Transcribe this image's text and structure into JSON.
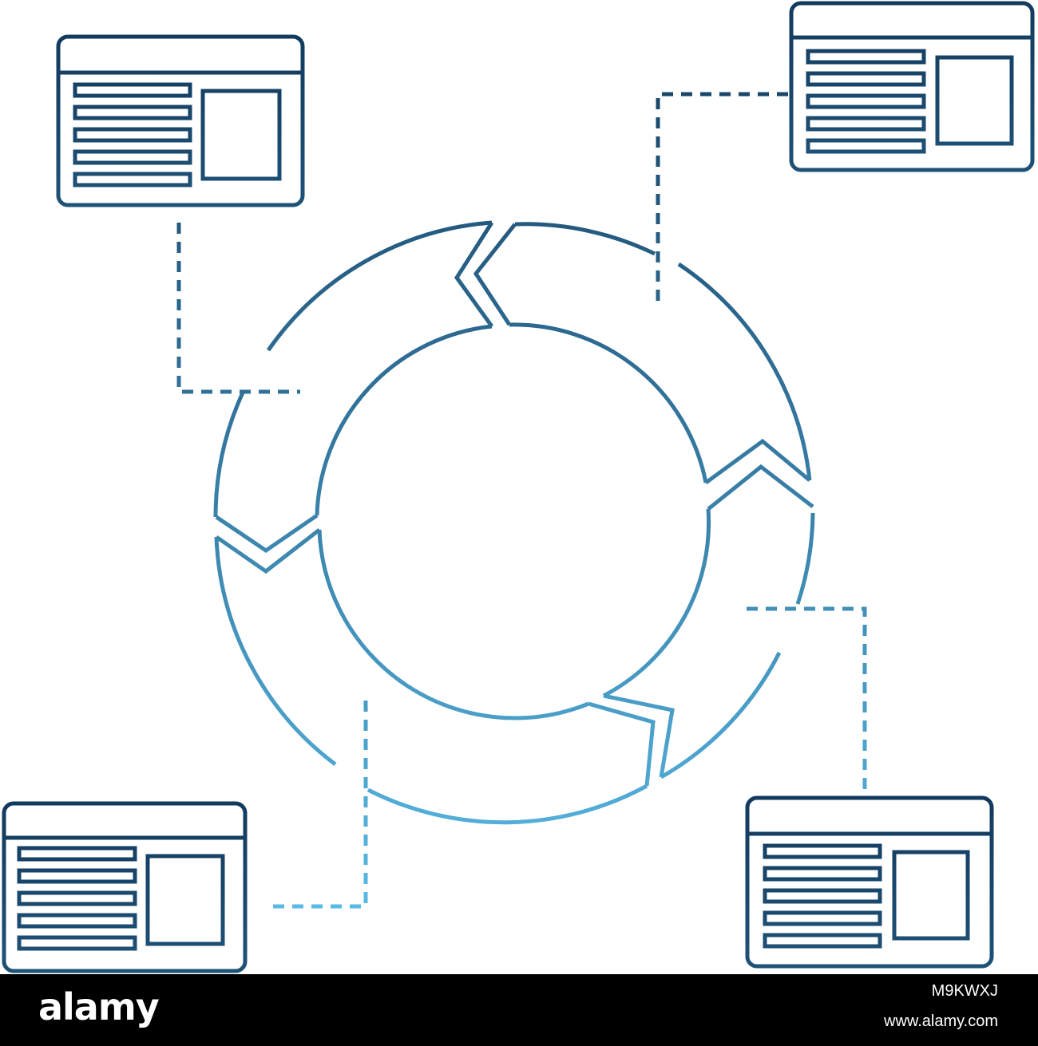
{
  "diagram": {
    "type": "cycle-flow",
    "cycle_arrow_count": 4,
    "document_cards": 4,
    "card_text_lines": 5,
    "line_style": "outline",
    "connector_style": "dashed",
    "gradient_top": "#123a5e",
    "gradient_bottom": "#5ec3ef"
  },
  "footer": {
    "logo": "alamy",
    "image_id": "M9KWXJ",
    "url": "www.alamy.com",
    "background": "#000000",
    "text_color": "#ffffff"
  }
}
